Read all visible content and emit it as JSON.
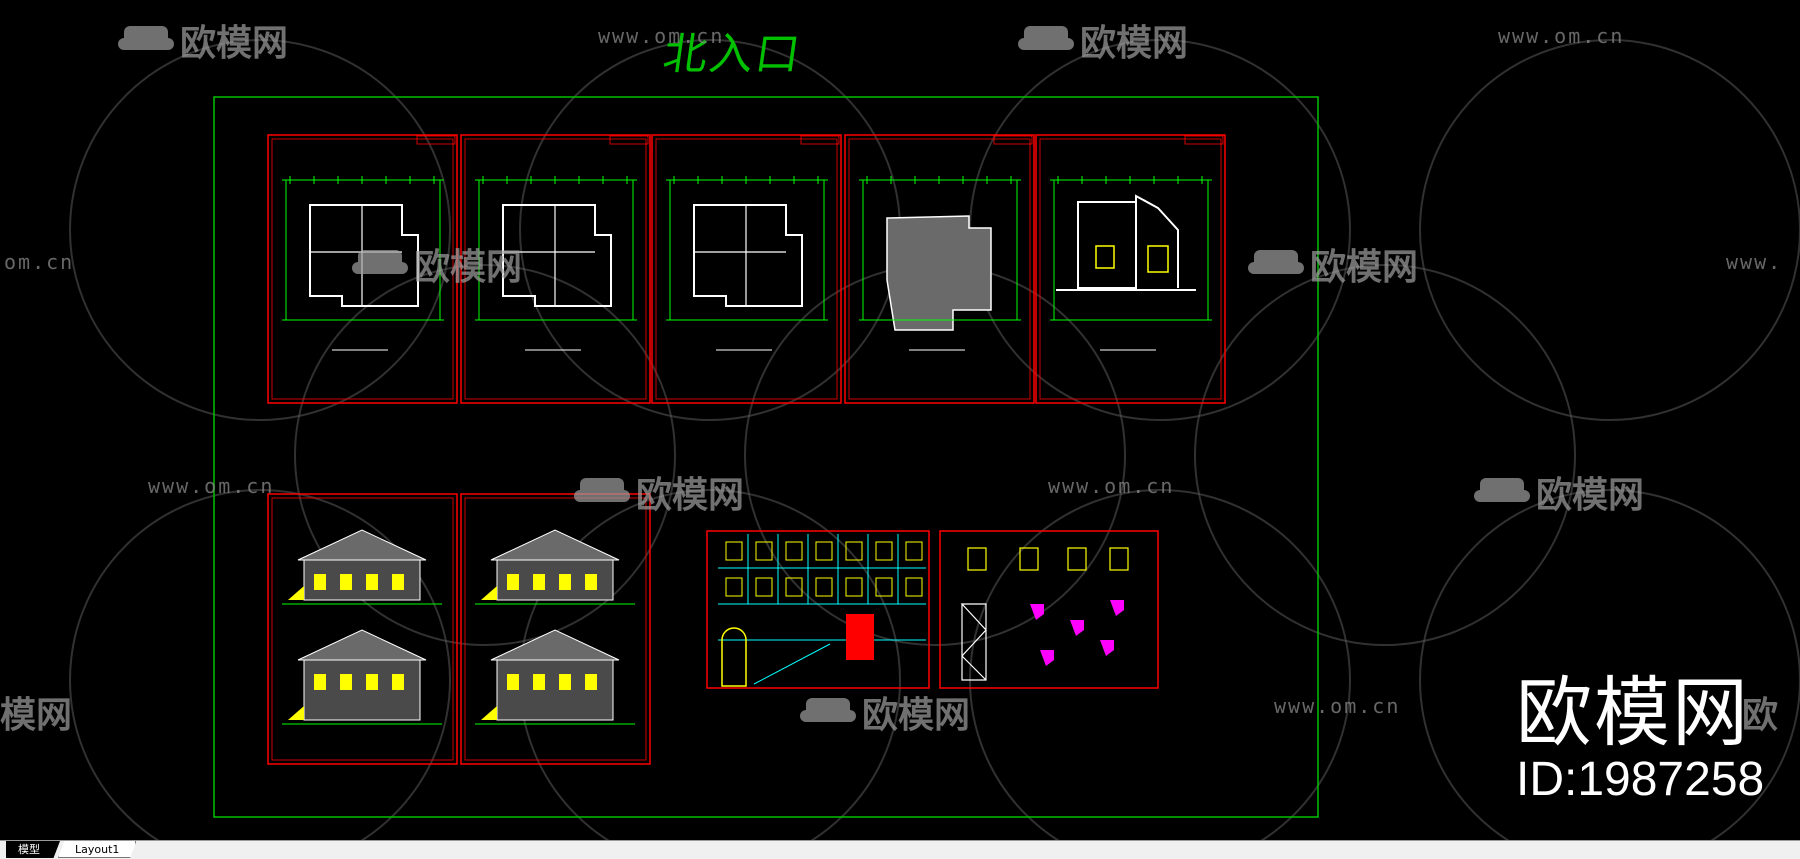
{
  "watermarks": {
    "logo_text": "欧模网",
    "url_text": "www.om.cn",
    "url_partial_left": "om.cn",
    "url_partial_right": "www.",
    "logo_partial_left": "模网",
    "logo_partial_right": "欧"
  },
  "drawing_title": "北入口",
  "big_watermark": {
    "brand": "欧模网",
    "id": "ID:1987258"
  },
  "tabs": [
    {
      "label": "模型",
      "active": true
    },
    {
      "label": "Layout1",
      "active": false
    }
  ],
  "colors": {
    "background": "#000000",
    "frame_green": "#00c000",
    "sheet_red": "#ff0000",
    "wall_white": "#ffffff",
    "dim_green": "#00ff00",
    "hatch_yellow": "#ffff00",
    "accent_cyan": "#00ffff",
    "accent_magenta": "#ff00ff"
  }
}
